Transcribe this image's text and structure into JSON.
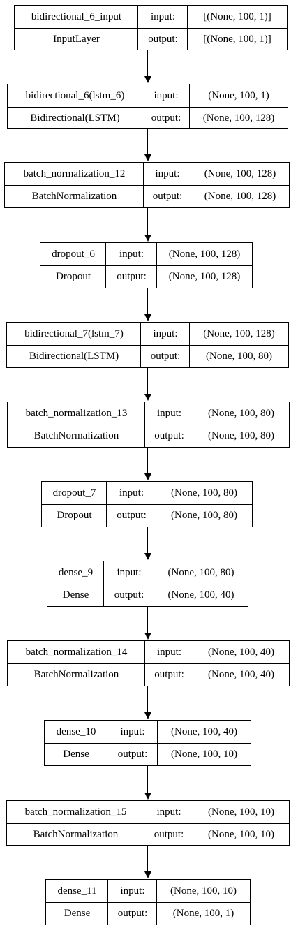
{
  "layers": [
    {
      "name": "bidirectional_6_input",
      "type": "InputLayer",
      "input_label": "input:",
      "output_label": "output:",
      "input_shape": "[(None, 100, 1)]",
      "output_shape": "[(None, 100, 1)]"
    },
    {
      "name": "bidirectional_6(lstm_6)",
      "type": "Bidirectional(LSTM)",
      "input_label": "input:",
      "output_label": "output:",
      "input_shape": "(None, 100, 1)",
      "output_shape": "(None, 100, 128)"
    },
    {
      "name": "batch_normalization_12",
      "type": "BatchNormalization",
      "input_label": "input:",
      "output_label": "output:",
      "input_shape": "(None, 100, 128)",
      "output_shape": "(None, 100, 128)"
    },
    {
      "name": "dropout_6",
      "type": "Dropout",
      "input_label": "input:",
      "output_label": "output:",
      "input_shape": "(None, 100, 128)",
      "output_shape": "(None, 100, 128)"
    },
    {
      "name": "bidirectional_7(lstm_7)",
      "type": "Bidirectional(LSTM)",
      "input_label": "input:",
      "output_label": "output:",
      "input_shape": "(None, 100, 128)",
      "output_shape": "(None, 100, 80)"
    },
    {
      "name": "batch_normalization_13",
      "type": "BatchNormalization",
      "input_label": "input:",
      "output_label": "output:",
      "input_shape": "(None, 100, 80)",
      "output_shape": "(None, 100, 80)"
    },
    {
      "name": "dropout_7",
      "type": "Dropout",
      "input_label": "input:",
      "output_label": "output:",
      "input_shape": "(None, 100, 80)",
      "output_shape": "(None, 100, 80)"
    },
    {
      "name": "dense_9",
      "type": "Dense",
      "input_label": "input:",
      "output_label": "output:",
      "input_shape": "(None, 100, 80)",
      "output_shape": "(None, 100, 40)"
    },
    {
      "name": "batch_normalization_14",
      "type": "BatchNormalization",
      "input_label": "input:",
      "output_label": "output:",
      "input_shape": "(None, 100, 40)",
      "output_shape": "(None, 100, 40)"
    },
    {
      "name": "dense_10",
      "type": "Dense",
      "input_label": "input:",
      "output_label": "output:",
      "input_shape": "(None, 100, 40)",
      "output_shape": "(None, 100, 10)"
    },
    {
      "name": "batch_normalization_15",
      "type": "BatchNormalization",
      "input_label": "input:",
      "output_label": "output:",
      "input_shape": "(None, 100, 10)",
      "output_shape": "(None, 100, 10)"
    },
    {
      "name": "dense_11",
      "type": "Dense",
      "input_label": "input:",
      "output_label": "output:",
      "input_shape": "(None, 100, 10)",
      "output_shape": "(None, 100, 1)"
    }
  ]
}
